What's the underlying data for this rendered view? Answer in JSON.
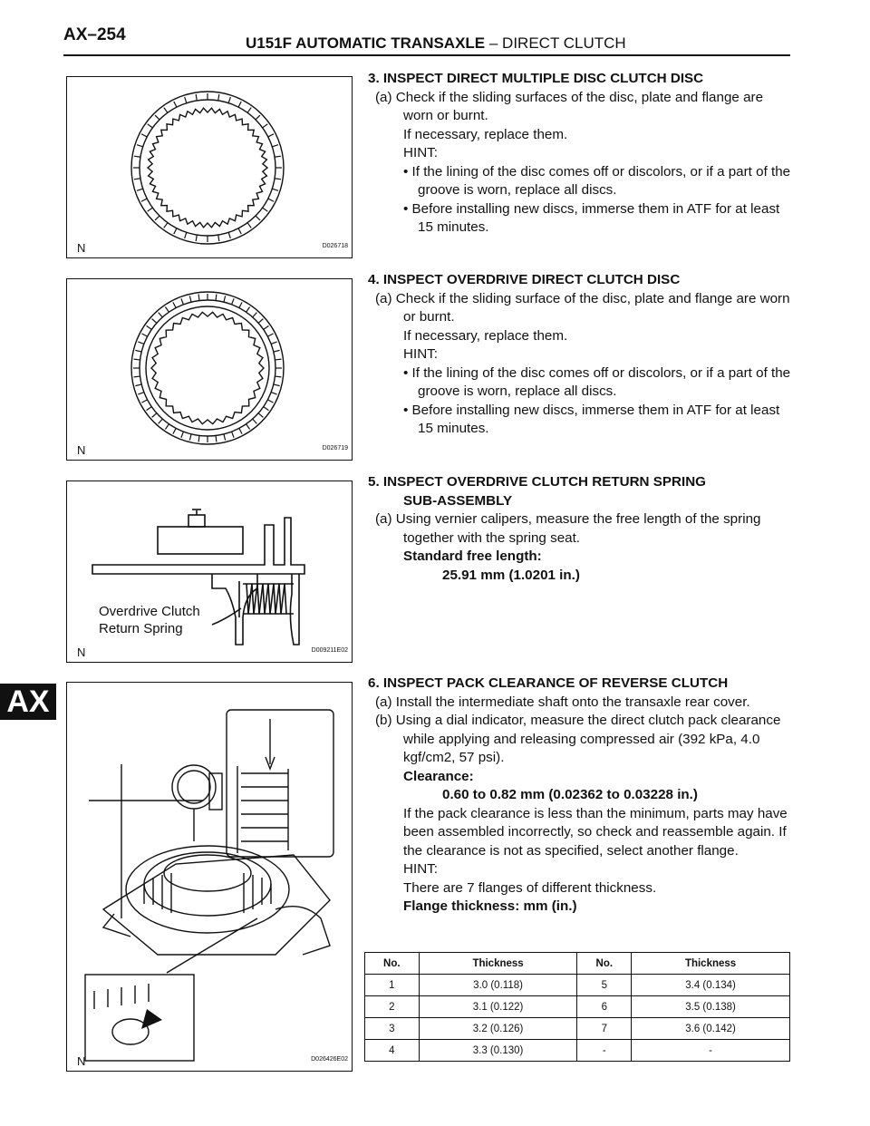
{
  "header": {
    "code": "AX–254",
    "title_bold": "U151F AUTOMATIC TRANSAXLE",
    "title_rest": " –  DIRECT CLUTCH"
  },
  "side_tab": "AX",
  "figures": [
    {
      "n": "N",
      "code": "D026718"
    },
    {
      "n": "N",
      "code": "D026719"
    },
    {
      "n": "N",
      "code": "D009211E02",
      "label_line1": "Overdrive Clutch",
      "label_line2": "Return Spring"
    },
    {
      "n": "N",
      "code": "D026426E02"
    }
  ],
  "steps": [
    {
      "heading": "3.   INSPECT DIRECT MULTIPLE DISC CLUTCH DISC",
      "a": "(a)   Check if the sliding surfaces of the disc, plate and flange are worn or burnt.",
      "l1": "If necessary, replace them.",
      "hint": "HINT:",
      "b1": "•  If the lining of the disc comes off or discolors, or if a part of the groove is worn, replace all discs.",
      "b2": "•  Before installing new discs, immerse them in ATF for at least 15 minutes."
    },
    {
      "heading": "4.   INSPECT OVERDRIVE DIRECT CLUTCH DISC",
      "a": "(a)   Check if the sliding surface of the disc, plate and flange are worn or burnt.",
      "l1": "If necessary, replace them.",
      "hint": "HINT:",
      "b1": "•  If the lining of the disc comes off or discolors, or if a part of the groove is worn, replace all discs.",
      "b2": "•  Before installing new discs, immerse them in ATF for at least 15 minutes."
    },
    {
      "heading": "5.   INSPECT OVERDRIVE CLUTCH RETURN SPRING",
      "heading2": "SUB-ASSEMBLY",
      "a": "(a)   Using vernier calipers, measure the free length of the spring together with the spring seat.",
      "std_label": "Standard free length:",
      "std_value": "25.91 mm (1.0201 in.)"
    },
    {
      "heading": "6.   INSPECT PACK CLEARANCE OF REVERSE CLUTCH",
      "a": "(a)   Install the intermediate shaft onto the transaxle rear cover.",
      "b": "(b)   Using a dial indicator, measure the direct clutch pack clearance while applying and releasing compressed air (392 kPa, 4.0 kgf/cm2, 57 psi).",
      "clr_label": "Clearance:",
      "clr_value": "0.60 to 0.82 mm (0.02362 to 0.03228 in.)",
      "p1": "If the pack clearance is less than the minimum, parts may have been assembled incorrectly, so check and reassemble again. If the clearance is not as specified, select another flange.",
      "hint": "HINT:",
      "p2": "There are 7 flanges of different thickness.",
      "table_title": "Flange thickness: mm (in.)"
    }
  ],
  "flange_table": {
    "headers": [
      "No.",
      "Thickness",
      "No.",
      "Thickness"
    ],
    "rows": [
      [
        "1",
        "3.0 (0.118)",
        "5",
        "3.4 (0.134)"
      ],
      [
        "2",
        "3.1 (0.122)",
        "6",
        "3.5 (0.138)"
      ],
      [
        "3",
        "3.2 (0.126)",
        "7",
        "3.6 (0.142)"
      ],
      [
        "4",
        "3.3 (0.130)",
        "-",
        "-"
      ]
    ]
  }
}
